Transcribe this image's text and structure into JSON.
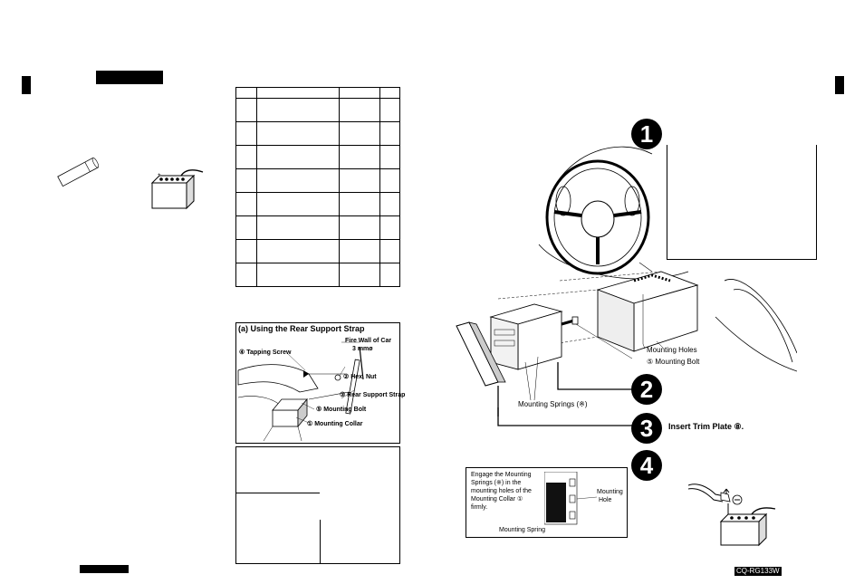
{
  "rear_strap_box": {
    "title": "(a) Using the Rear Support Strap",
    "labels": {
      "fire_wall": "Fire Wall of Car",
      "thickness": "3 mmø",
      "tapping_screw": "④ Tapping Screw",
      "hex_nut": "② Hex. Nut",
      "rear_support_strap": "③ Rear Support Strap",
      "mounting_bolt": "⑤ Mounting Bolt",
      "mounting_collar": "① Mounting Collar"
    }
  },
  "steps": {
    "step1": "1",
    "step2": "2",
    "step3": "3",
    "step4": "4",
    "mounting_holes": "Mounting Holes",
    "mounting_bolt": "⑤ Mounting Bolt",
    "mounting_springs": "Mounting Springs (※)",
    "insert_trim_plate": "Insert Trim Plate ⑧."
  },
  "detail_box": {
    "text_lines": [
      "Engage the Mounting",
      "Springs (※) in the",
      "mounting holes of the",
      "Mounting Collar ①",
      "firmly."
    ],
    "mounting_hole_lines": [
      "Mounting",
      "Hole"
    ],
    "mounting_spring": "Mounting Spring"
  },
  "model": "CQ-RG133W"
}
